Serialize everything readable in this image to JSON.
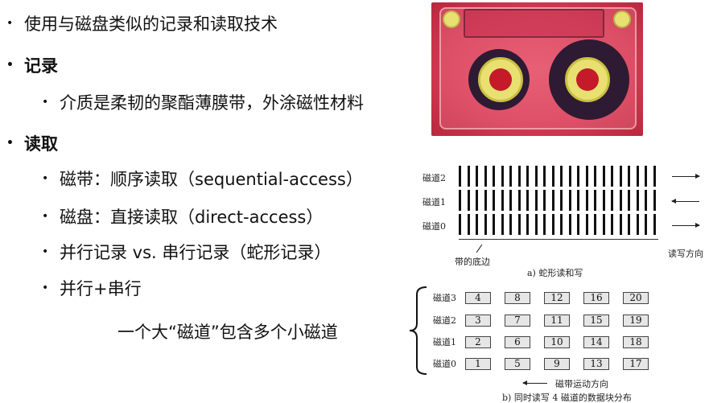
{
  "slide": {
    "bullets": [
      {
        "level": 1,
        "text": "使用与磁盘类似的记录和读取技术",
        "bold": false
      },
      {
        "level": 1,
        "text": "记录",
        "bold": true
      },
      {
        "level": 2,
        "text": "介质是柔韧的聚酯薄膜带，外涂磁性材料",
        "bold": false
      },
      {
        "level": 1,
        "text": "读取",
        "bold": true
      },
      {
        "level": 2,
        "text": "磁带：顺序读取（sequential-access）",
        "bold": false
      },
      {
        "level": 2,
        "text": "磁盘：直接读取（direct-access）",
        "bold": false
      },
      {
        "level": 2,
        "text": "并行记录 vs. 串行记录（蛇形记录）",
        "bold": false
      },
      {
        "level": 2,
        "text": "并行+串行",
        "bold": false
      }
    ],
    "bullet_glyph": "•",
    "brace_annotation": "一个大“磁道”包含多个小磁道"
  },
  "image": {
    "description": "cassette-tape-photo"
  },
  "diagram_a": {
    "tracks": [
      {
        "label": "磁道2",
        "direction": "right"
      },
      {
        "label": "磁道1",
        "direction": "left"
      },
      {
        "label": "磁道0",
        "direction": "right"
      }
    ],
    "bars_per_track": 24,
    "edge_label": "带的底边",
    "direction_label": "读写方向",
    "caption": "a) 蛇形读和写"
  },
  "diagram_b": {
    "tracks": [
      {
        "label": "磁道3",
        "blocks": [
          "4",
          "8",
          "12",
          "16",
          "20"
        ]
      },
      {
        "label": "磁道2",
        "blocks": [
          "3",
          "7",
          "11",
          "15",
          "19"
        ]
      },
      {
        "label": "磁道1",
        "blocks": [
          "2",
          "6",
          "10",
          "14",
          "18"
        ]
      },
      {
        "label": "磁道0",
        "blocks": [
          "1",
          "5",
          "9",
          "13",
          "17"
        ]
      }
    ],
    "motion_label": "磁带运动方向",
    "caption": "b) 同时读写 4 磁道的数据块分布"
  }
}
